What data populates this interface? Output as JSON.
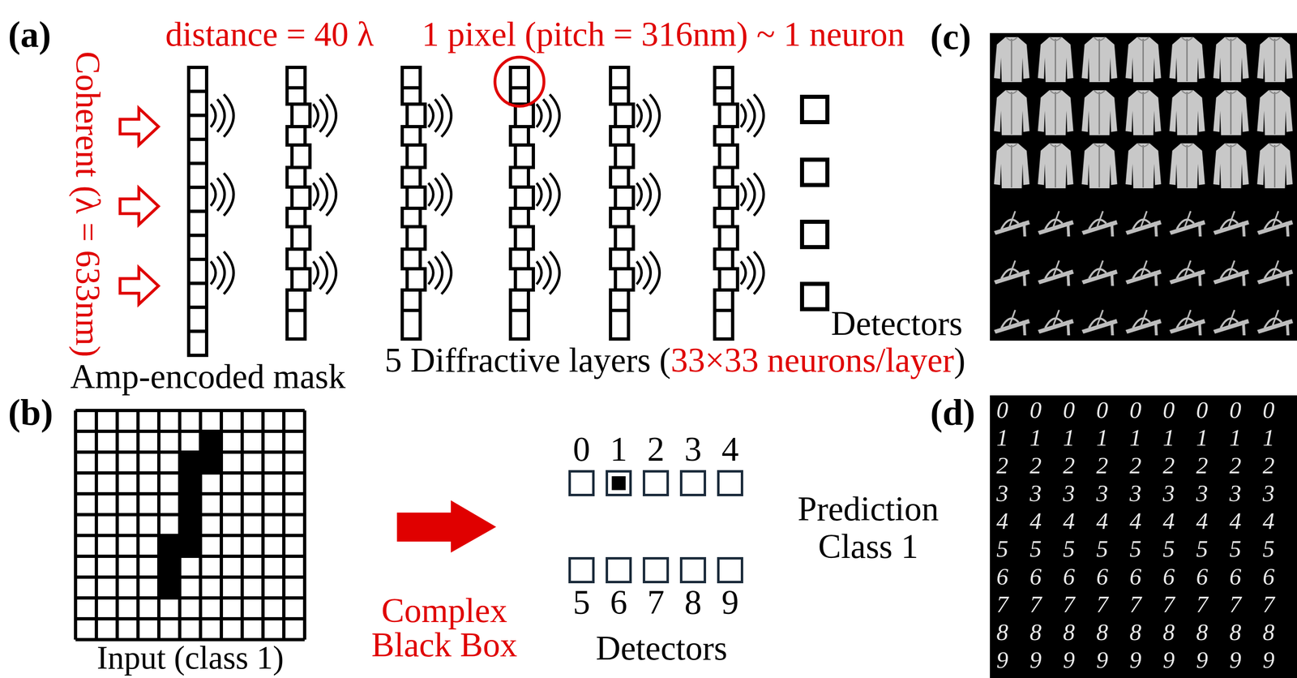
{
  "diagram": {
    "labels": [
      "(a)",
      "distance = 40 λ",
      "1 pixel (pitch = 316nm) ~ 1 neuron",
      "(c)",
      "Coherent (λ = 633nm)",
      "Detectors",
      "Amp-encoded mask",
      "5 Diffractive layers (",
      "33×33 neurons/layer",
      ")",
      "(b)",
      "(d)",
      "0",
      "1",
      "2",
      "3",
      "4",
      "Prediction Class 1",
      "Complex Black Box",
      "5",
      "6",
      "7",
      "8",
      "9",
      "Input (class 1)",
      "Detectors",
      "0 0 0 0 0 0 0 0 0",
      "1 1 1 1 1 1 1 1 1",
      "2 2 2 2 2 2 2 2 2",
      "3 3 3 3 3 3 3 3 3",
      "4 4 4 4 4 4 4 4 4",
      "5 5 5 5 5 5 5 5 5",
      "6 6 6 6 6 6 6 6 6",
      "7 7 7 7 7 7 7 7 7",
      "8 8 8 8 8 8 8 8 8",
      "9 9 9 9 9 9 9 9 9"
    ]
  }
}
